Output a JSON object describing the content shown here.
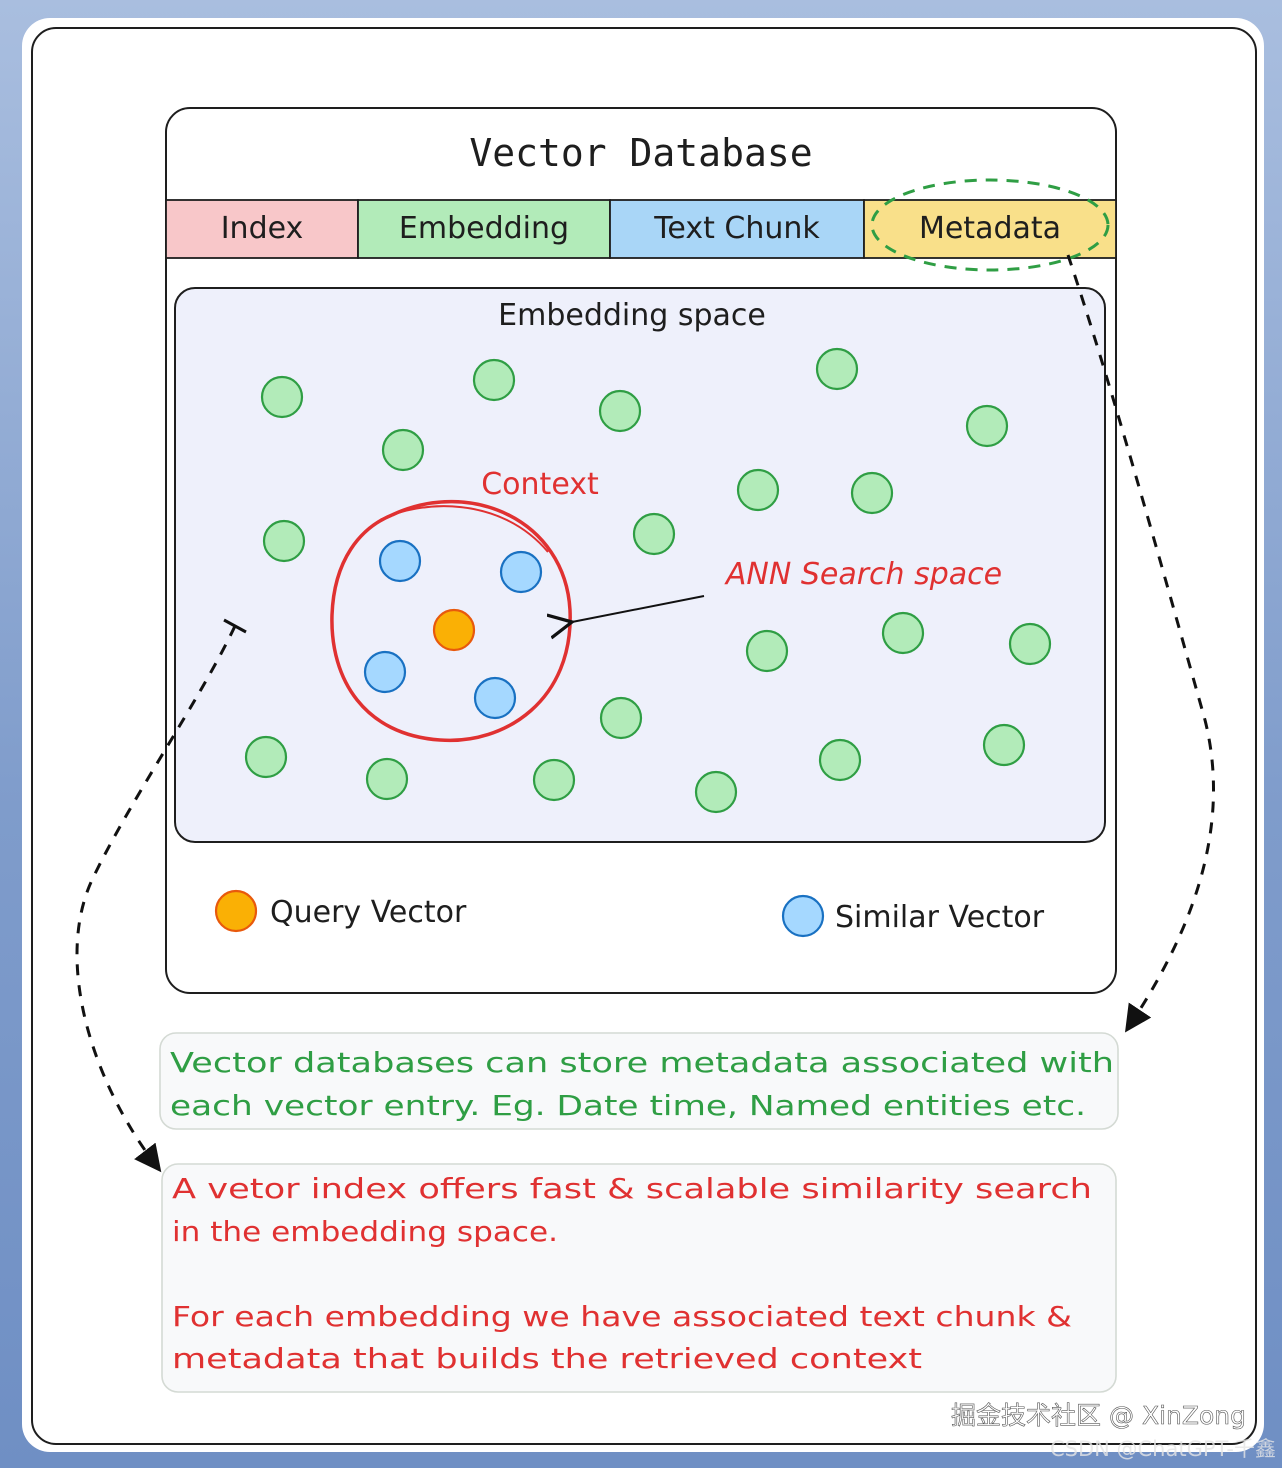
{
  "title": "Vector Database",
  "columns": [
    {
      "label": "Index",
      "color": "#f8c7c9"
    },
    {
      "label": "Embedding",
      "color": "#b2ebb9"
    },
    {
      "label": "Text Chunk",
      "color": "#a9d6f7"
    },
    {
      "label": "Metadata",
      "color": "#f9e08a"
    }
  ],
  "embedding_space": {
    "label": "Embedding space",
    "context_label": "Context",
    "ann_label": "ANN Search space"
  },
  "legend": {
    "query": "Query Vector",
    "similar": "Similar Vector"
  },
  "colors": {
    "point_fill": "#b2ebb9",
    "point_stroke": "#2f9e44",
    "similar_fill": "#a5d8ff",
    "similar_stroke": "#1971c2",
    "query_fill": "#fab005",
    "query_stroke": "#e8590c",
    "context_red": "#e03131",
    "note_green": "#2f9e44",
    "note_red": "#e03131"
  },
  "notes": {
    "metadata_lines": [
      "Vector databases can store metadata associated with",
      "each vector entry. Eg. Date time, Named entities etc."
    ],
    "index_lines": [
      "A vetor index offers fast & scalable similarity search",
      "in the embedding space.",
      "For each embedding we have associated text chunk &",
      "metadata that builds the retrieved context"
    ]
  },
  "watermark": {
    "line1": "掘金技术社区 @ XinZong",
    "line2": "CSDN @ChatGPT-千鑫"
  }
}
